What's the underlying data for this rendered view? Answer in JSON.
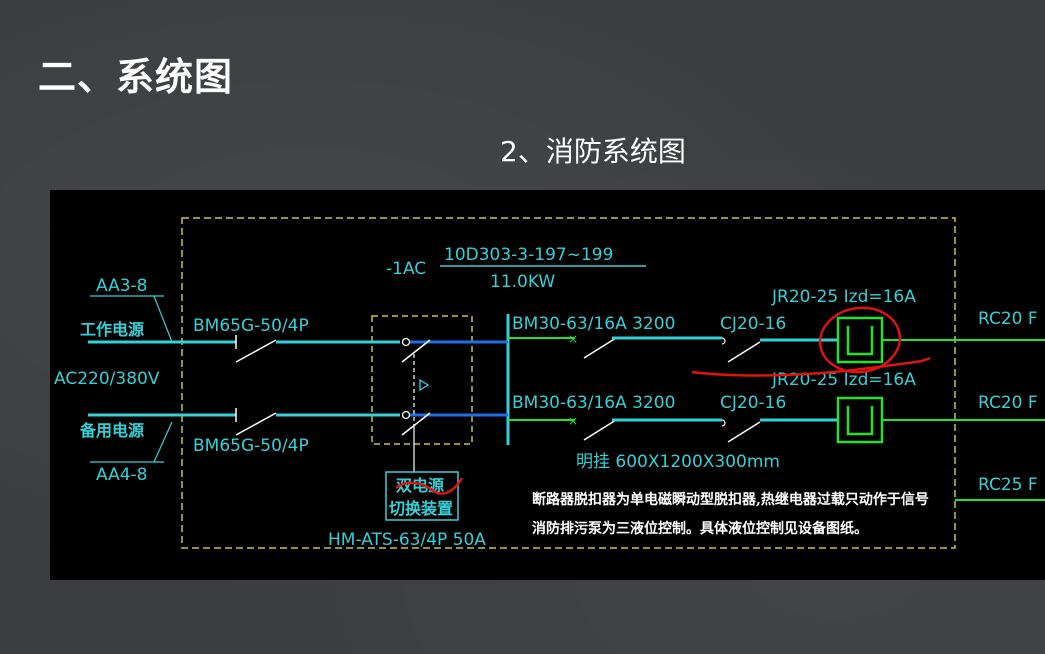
{
  "slide": {
    "title": "二、系统图",
    "subtitle": "2、消防系统图"
  },
  "diagram": {
    "circuit_ref": "-1AC",
    "drawing_ref": "10D303-3-197~199",
    "power": "11.0KW",
    "work_source_code": "AA3-8",
    "work_source_label": "工作电源",
    "voltage": "AC220/380V",
    "backup_source_label": "备用电源",
    "backup_source_code": "AA4-8",
    "breaker_main_1": "BM65G-50/4P",
    "breaker_main_2": "BM65G-50/4P",
    "ats_label_line1": "双电源",
    "ats_label_line2": "切换装置",
    "ats_model": "HM-ATS-63/4P 50A",
    "branch_breaker_1": "BM30-63/16A 3200",
    "contactor_1": "CJ20-16",
    "thermal_relay_1": "JR20-25 Izd=16A",
    "cable_1": "RC20 F",
    "branch_breaker_2": "BM30-63/16A 3200",
    "contactor_2": "CJ20-16",
    "thermal_relay_2": "JR20-25 Izd=16A",
    "cable_2": "RC20 F",
    "cable_3": "RC25 F",
    "mounting": "明挂 600X1200X300mm",
    "note_line1": "断路器脱扣器为单电磁瞬动型脱扣器,热继电器过载只动作于信号",
    "note_line2": "消防排污泵为三液位控制。具体液位控制见设备图纸。"
  },
  "colors": {
    "cyan": "#35d0d6",
    "green": "#22e22a",
    "yellow_dash": "#c8c447",
    "blue_bus": "#1f6ee8",
    "red_annotation": "#e01212",
    "white_text": "#ffffff"
  }
}
